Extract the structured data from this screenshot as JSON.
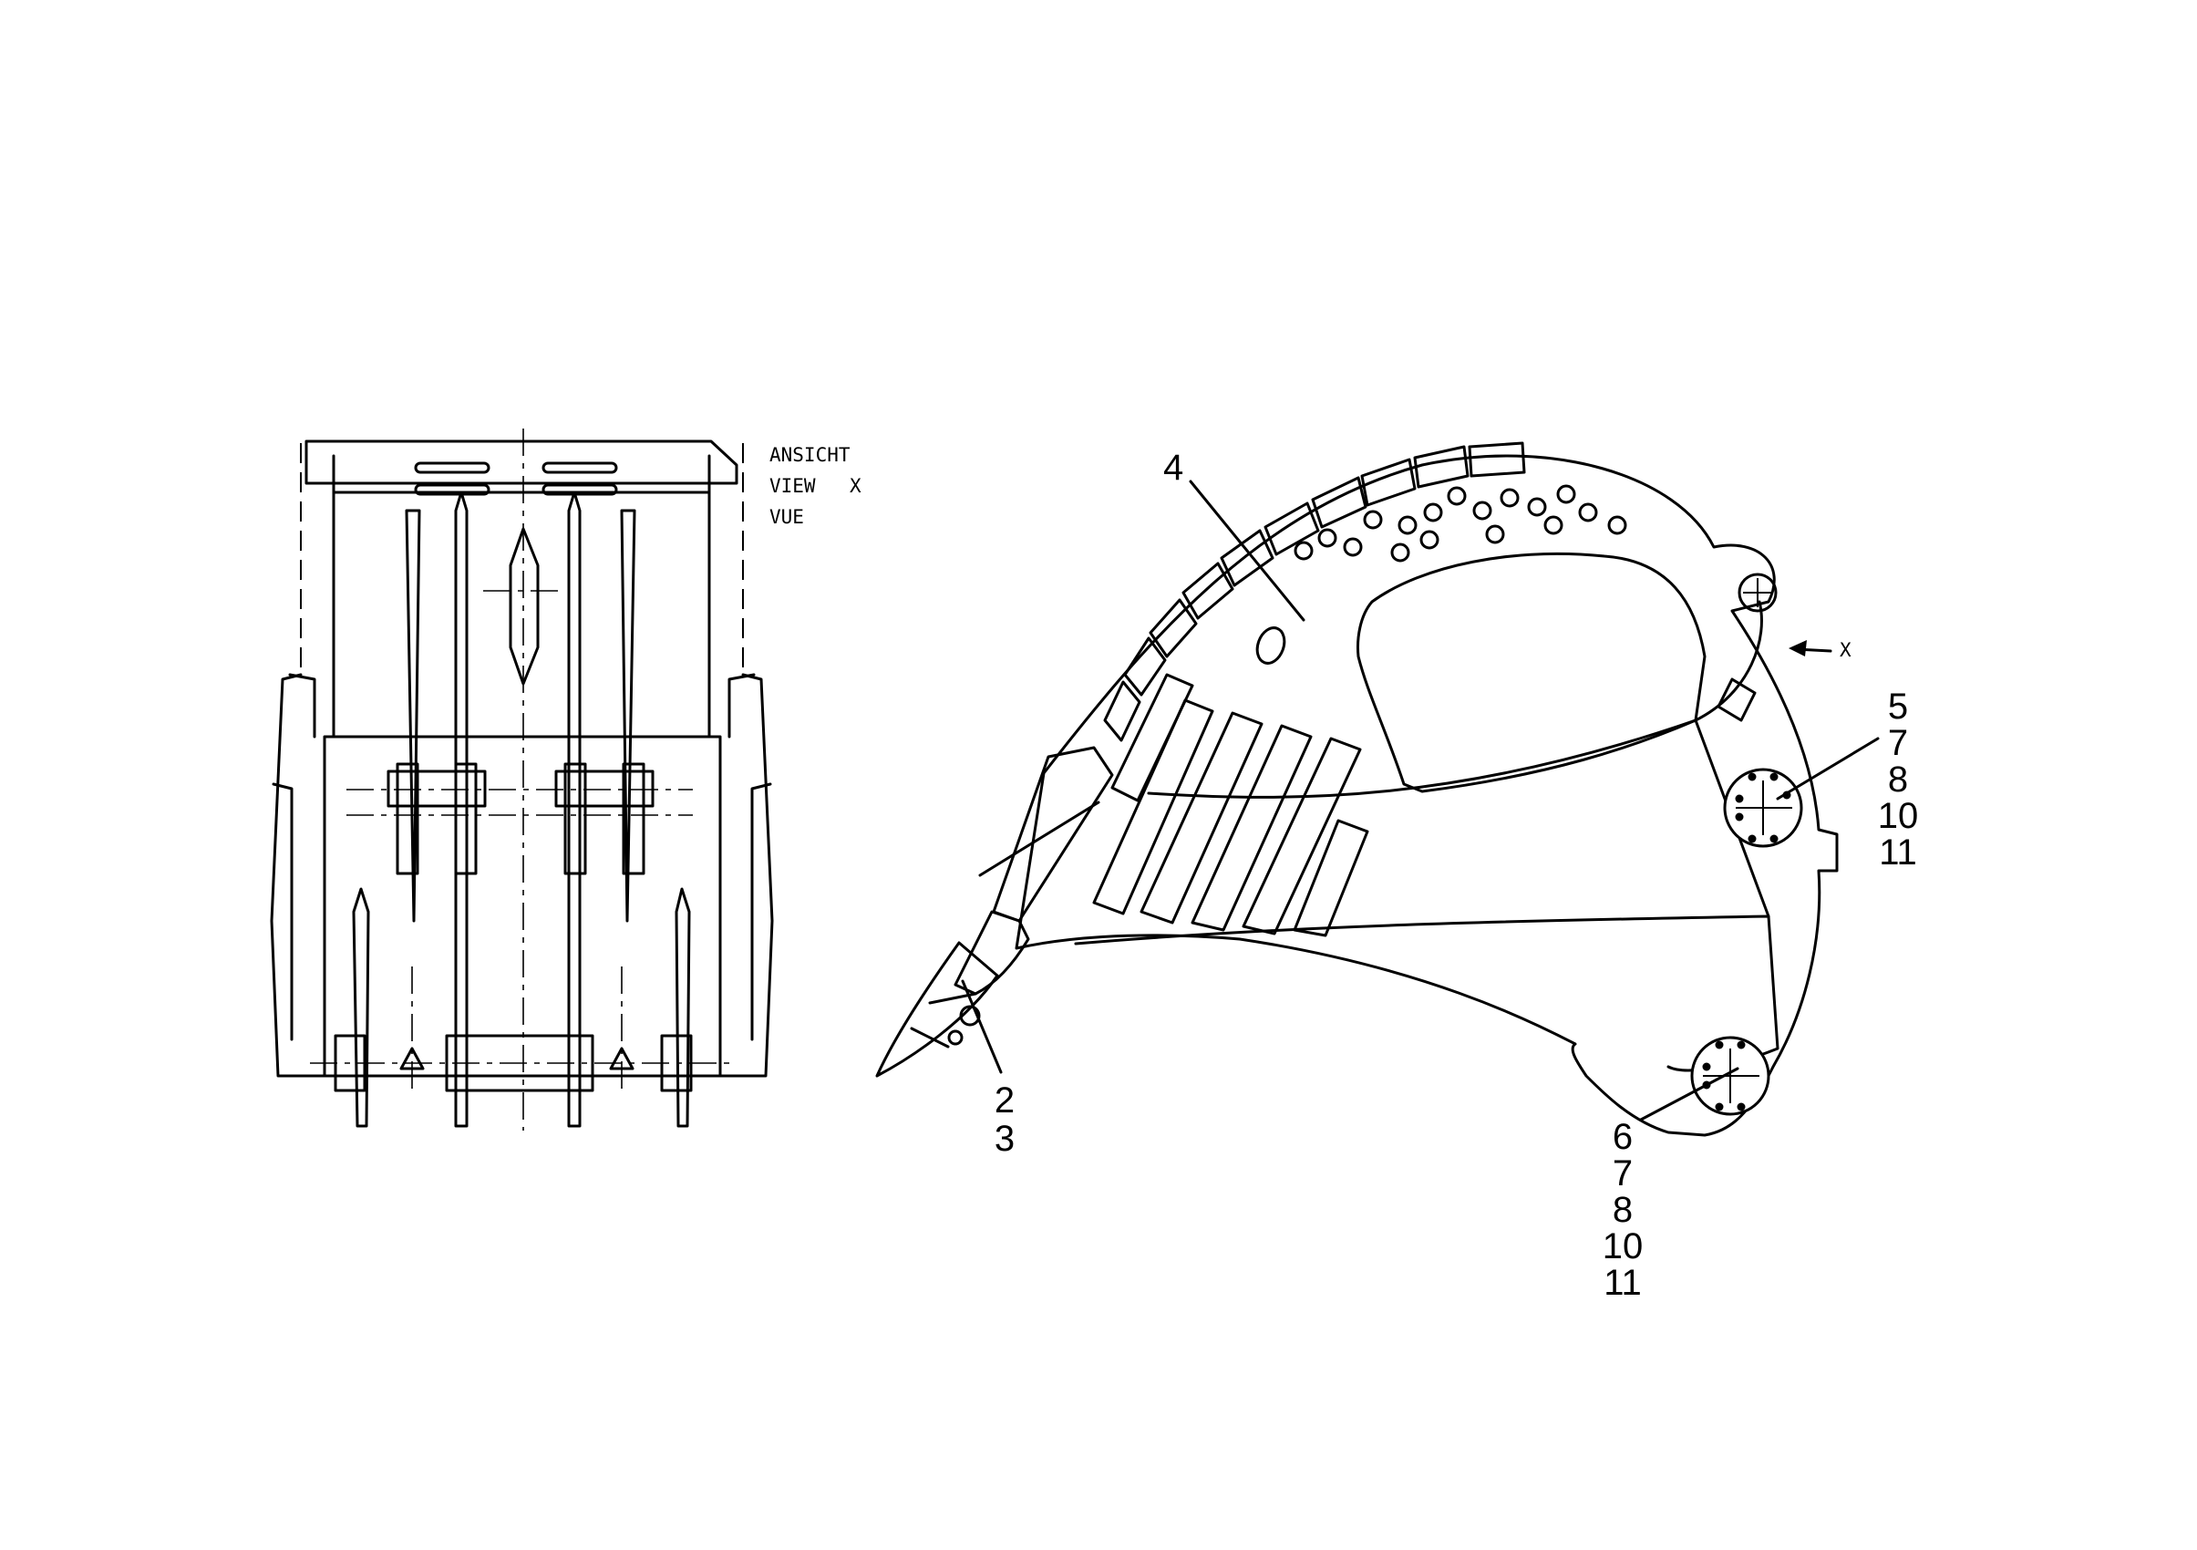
{
  "view_label": {
    "line1": "ANSICHT",
    "line2": "VIEW",
    "line3": "VUE",
    "letter": "X"
  },
  "view_arrow_label": "X",
  "callouts": {
    "item_4": "4",
    "group_pin_top": [
      "5",
      "7",
      "8",
      "10",
      "11"
    ],
    "group_pin_bottom": [
      "6",
      "7",
      "8",
      "10",
      "11"
    ],
    "group_tooth": [
      "2",
      "3"
    ]
  }
}
